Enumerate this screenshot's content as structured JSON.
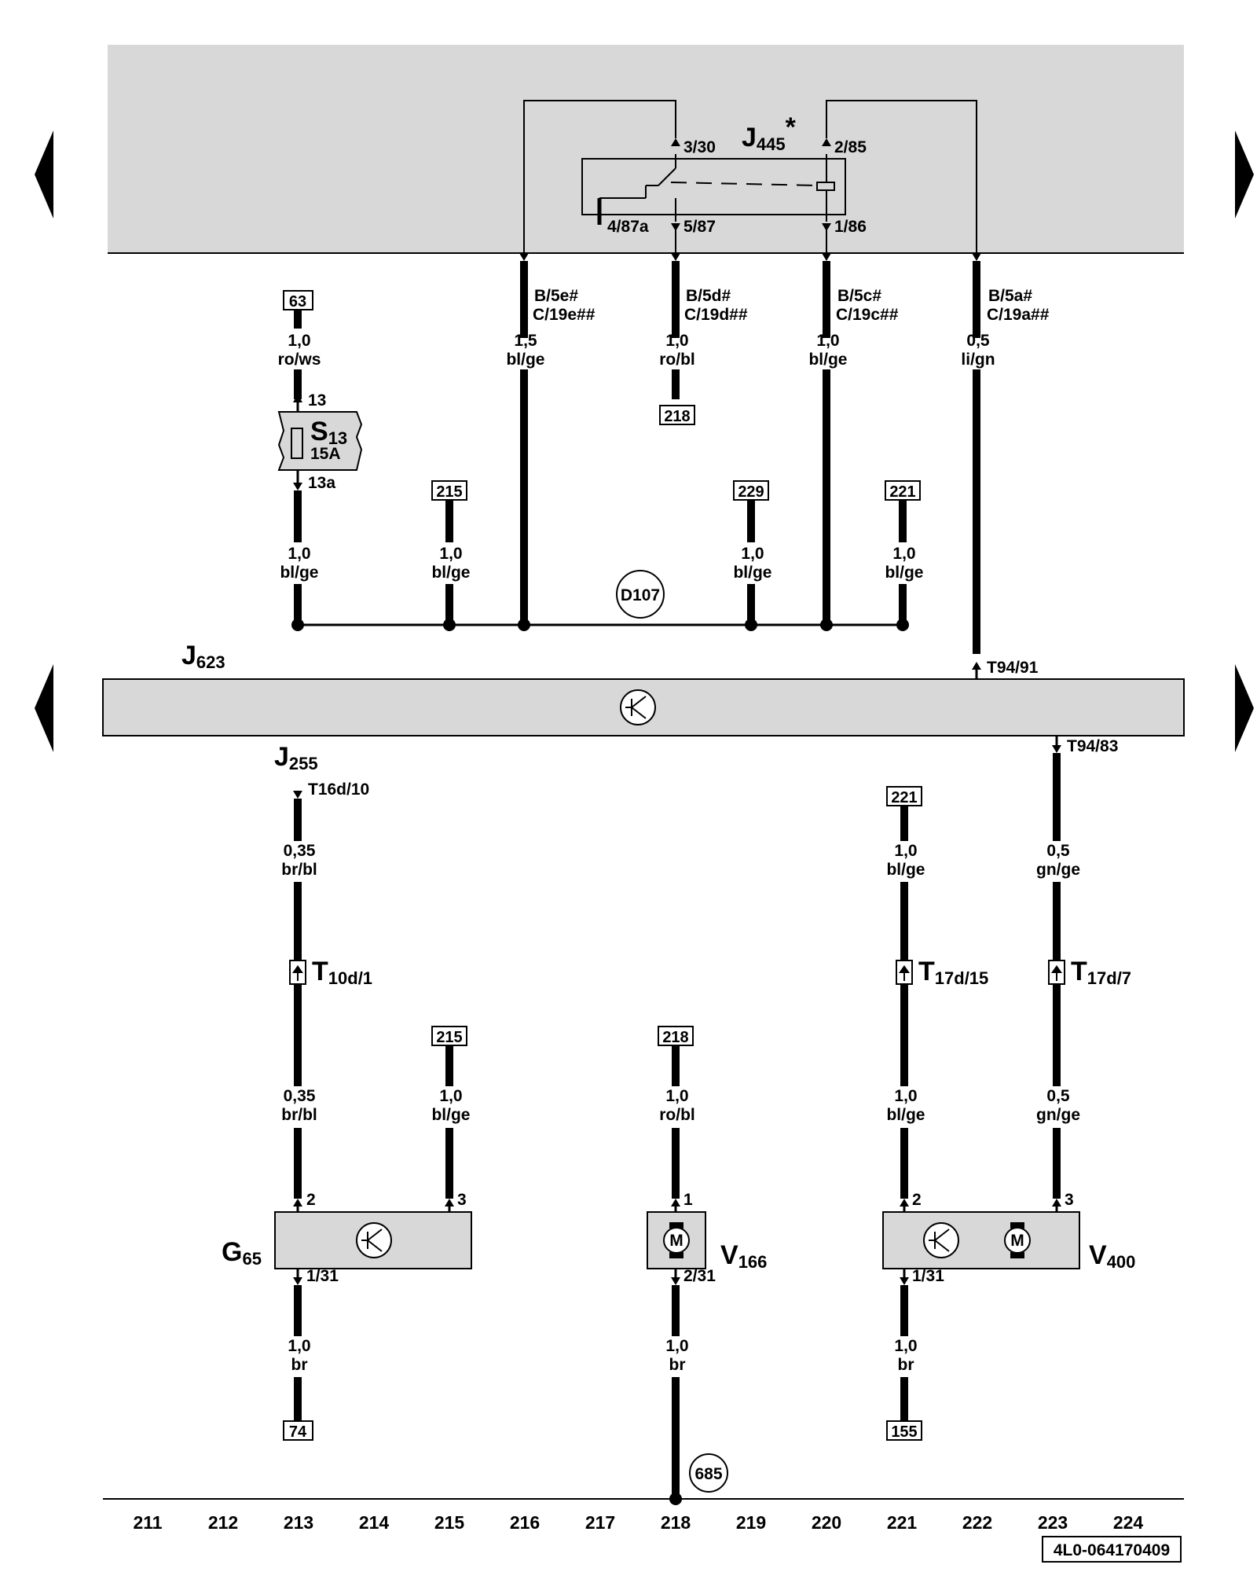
{
  "colors": {
    "background": "#ffffff",
    "module_fill": "#d8d8d8",
    "wire": "#000000"
  },
  "relay": {
    "name": "J",
    "sub": "445",
    "mark": "*",
    "pins": [
      "3/30",
      "2/85",
      "4/87a",
      "5/87",
      "1/86"
    ]
  },
  "connectors_top": [
    {
      "a": "B/5e#",
      "b": "C/19e##"
    },
    {
      "a": "B/5d#",
      "b": "C/19d##"
    },
    {
      "a": "B/5c#",
      "b": "C/19c##"
    },
    {
      "a": "B/5a#",
      "b": "C/19a##"
    }
  ],
  "wires": {
    "w63": {
      "size": "1,0",
      "color": "ro/ws"
    },
    "w216": {
      "size": "1,5",
      "color": "bl/ge"
    },
    "w218": {
      "size": "1,0",
      "color": "ro/bl"
    },
    "w220": {
      "size": "1,0",
      "color": "bl/ge"
    },
    "w222": {
      "size": "0,5",
      "color": "li/gn"
    },
    "s13out": {
      "size": "1,0",
      "color": "bl/ge"
    },
    "b215": {
      "size": "1,0",
      "color": "bl/ge"
    },
    "b229": {
      "size": "1,0",
      "color": "bl/ge"
    },
    "b221": {
      "size": "1,0",
      "color": "bl/ge"
    },
    "j255": {
      "size": "0,35",
      "color": "br/bl"
    },
    "l221": {
      "size": "1,0",
      "color": "bl/ge"
    },
    "t9483": {
      "size": "0,5",
      "color": "gn/ge"
    },
    "g65in": {
      "size": "0,35",
      "color": "br/bl"
    },
    "g65b": {
      "size": "1,0",
      "color": "bl/ge"
    },
    "v166in": {
      "size": "1,0",
      "color": "ro/bl"
    },
    "v400a": {
      "size": "1,0",
      "color": "bl/ge"
    },
    "v400b": {
      "size": "0,5",
      "color": "gn/ge"
    },
    "g65gnd": {
      "size": "1,0",
      "color": "br"
    },
    "v166gnd": {
      "size": "1,0",
      "color": "br"
    },
    "v400gnd": {
      "size": "1,0",
      "color": "br"
    }
  },
  "refs": {
    "r63": "63",
    "r218top": "218",
    "r215top": "215",
    "r229": "229",
    "r221top": "221",
    "r221mid": "221",
    "r215low": "215",
    "r218low": "218",
    "r74": "74",
    "r155": "155"
  },
  "fuse": {
    "name": "S",
    "sub": "13",
    "rating": "15A",
    "pin_in": "13",
    "pin_out": "13a"
  },
  "splice": "D107",
  "ground": "685",
  "ecu": {
    "name": "J",
    "sub": "623",
    "pin_in": "T94/91",
    "pin_out": "T94/83"
  },
  "j255": {
    "name": "J",
    "sub": "255",
    "pin": "T16d/10"
  },
  "connectors_mid": [
    {
      "name": "T",
      "sub": "10d/1"
    },
    {
      "name": "T",
      "sub": "17d/15"
    },
    {
      "name": "T",
      "sub": "17d/7"
    }
  ],
  "components": {
    "g65": {
      "name": "G",
      "sub": "65",
      "pins": [
        "2",
        "3",
        "1/31"
      ]
    },
    "v166": {
      "name": "V",
      "sub": "166",
      "pins": [
        "1",
        "2/31"
      ],
      "motor": "M"
    },
    "v400": {
      "name": "V",
      "sub": "400",
      "pins": [
        "2",
        "3",
        "1/31"
      ],
      "motor": "M"
    }
  },
  "columns": [
    "211",
    "212",
    "213",
    "214",
    "215",
    "216",
    "217",
    "218",
    "219",
    "220",
    "221",
    "222",
    "223",
    "224"
  ],
  "doc_id": "4L0-064170409"
}
